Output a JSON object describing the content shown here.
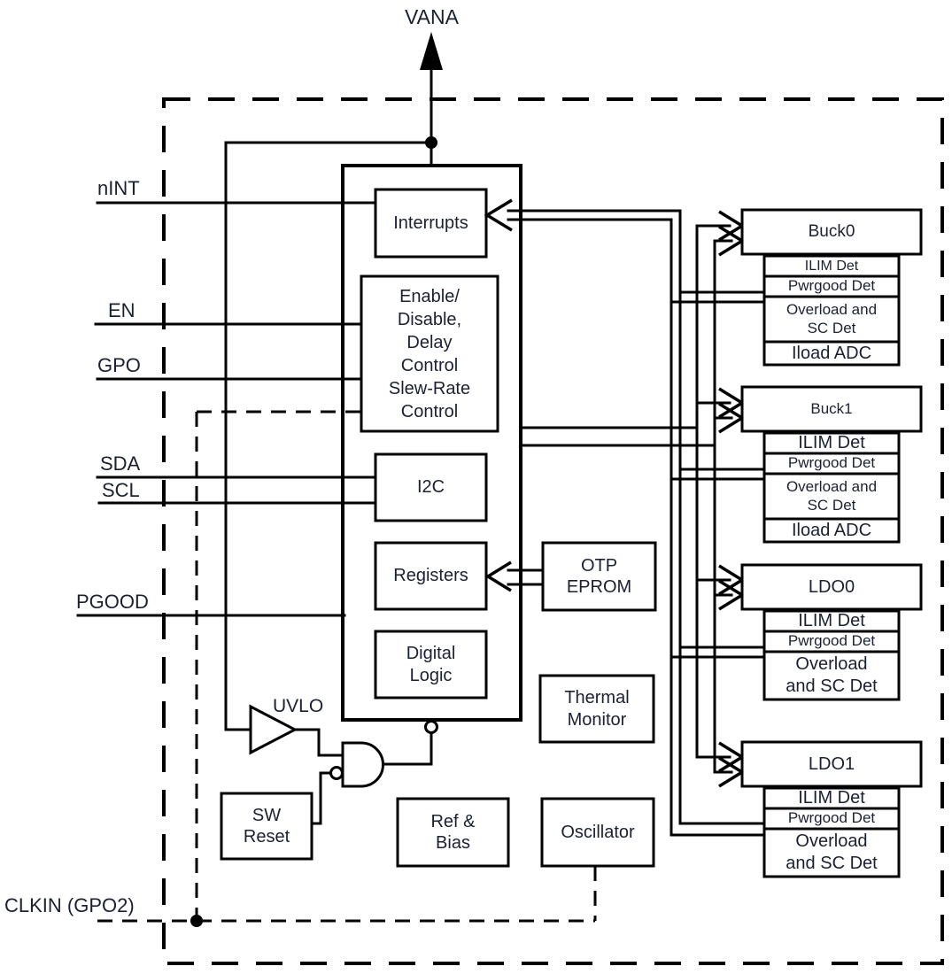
{
  "supply_label": "VANA",
  "pins": {
    "nint": "nINT",
    "en": "EN",
    "gpo": "GPO",
    "sda": "SDA",
    "scl": "SCL",
    "pgood": "PGOOD",
    "clkin": "CLKIN (GPO2)"
  },
  "blocks": {
    "interrupts": "Interrupts",
    "enable": "Enable/\nDisable,\nDelay\nControl\nSlew-Rate\nControl",
    "i2c": "I2C",
    "registers": "Registers",
    "digital_logic": "Digital\nLogic",
    "otp": "OTP\nEPROM",
    "thermal": "Thermal\nMonitor",
    "uvlo": "UVLO",
    "sw_reset": "SW\nReset",
    "ref_bias": "Ref &\nBias",
    "oscillator": "Oscillator"
  },
  "regulators": [
    {
      "name": "Buck0",
      "subs": [
        "ILIM Det",
        "Pwrgood Det",
        "Overload and\nSC Det",
        "Iload ADC"
      ]
    },
    {
      "name": "Buck1",
      "subs": [
        "ILIM Det",
        "Pwrgood Det",
        "Overload and\nSC Det",
        "Iload ADC"
      ]
    },
    {
      "name": "LDO0",
      "subs": [
        "ILIM Det",
        "Pwrgood Det",
        "Overload\nand SC Det"
      ]
    },
    {
      "name": "LDO1",
      "subs": [
        "ILIM Det",
        "Pwrgood Det",
        "Overload\nand SC Det"
      ]
    }
  ],
  "colors": {
    "line": "#000000",
    "text": "#1b2133",
    "background": "#ffffff"
  }
}
